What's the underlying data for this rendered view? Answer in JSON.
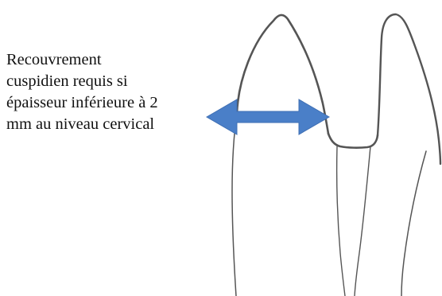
{
  "annotation": {
    "lines": [
      "Recouvrement",
      "cuspidien requis si",
      "épaisseur inférieure à 2",
      "mm au niveau cervical"
    ]
  },
  "colors": {
    "arrow": "#4a7fc8",
    "outline": "#555555",
    "background": "#ffffff"
  },
  "icons": {
    "arrow": "double-headed-arrow-icon"
  }
}
